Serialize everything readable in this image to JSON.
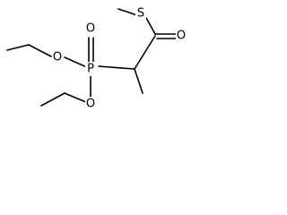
{
  "molecule": {
    "atoms": {
      "sulfur": "S",
      "carbonyl_oxygen": "O",
      "phosphorus": "P",
      "phosphoryl_oxygen": "O",
      "ester_oxygen_upper": "O",
      "ester_oxygen_lower": "O"
    }
  }
}
